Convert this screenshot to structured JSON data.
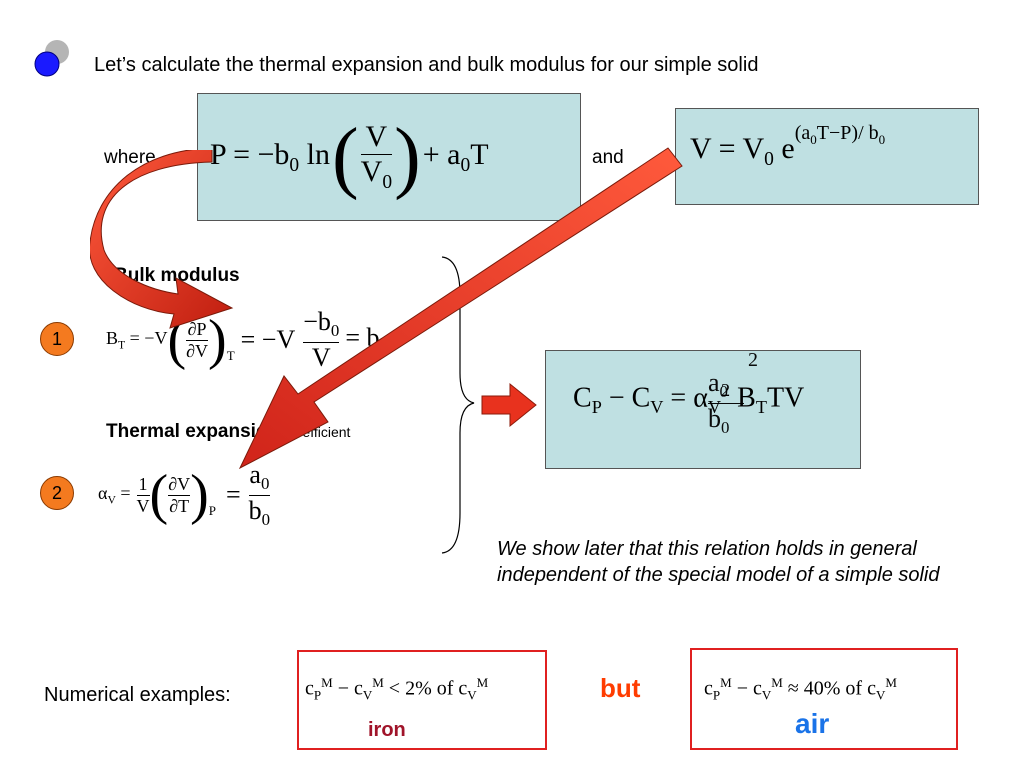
{
  "header": {
    "text": "Let’s calculate the thermal expansion and bulk modulus for our simple solid"
  },
  "labels": {
    "where": "where",
    "and": "and",
    "bulk_modulus": "Bulk modulus",
    "thermal_expansion": "Thermal expansion",
    "coefficient": "coefficient",
    "numerical_examples": "Numerical examples:",
    "but": "but",
    "iron": "iron",
    "air": "air"
  },
  "steps": {
    "one": "1",
    "two": "2"
  },
  "note": {
    "text": "We show later that this relation holds in general independent of the special model of a simple solid"
  },
  "colors": {
    "eq_box_fill": "#bfe0e2",
    "arrow_red": "#e8321e",
    "badge_orange": "#f47a1f",
    "bullet_blue": "#1a1aff",
    "iron_color": "#a0142a",
    "air_color": "#1a73e8",
    "but_color": "#ff3c00"
  },
  "icons": {
    "bullet": "blue-circle-bullet-icon",
    "curved_arrow": "curved-red-arrow-icon",
    "long_arrow": "diagonal-red-arrow-icon",
    "right_arrow": "right-red-arrow-icon",
    "brace": "curly-brace-icon"
  }
}
